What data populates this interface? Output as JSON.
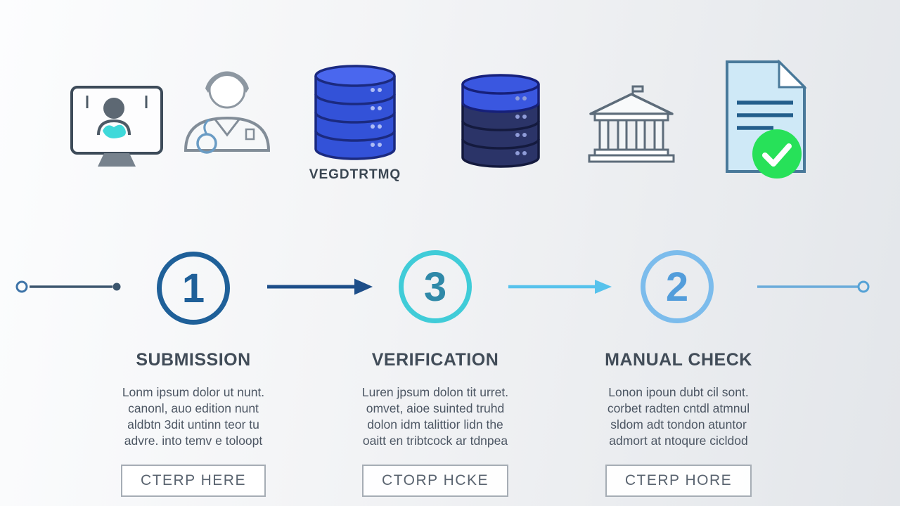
{
  "background": {
    "gradient_from": "#fcfdfe",
    "gradient_to": "#e3e6ea"
  },
  "icons": {
    "items": [
      {
        "name": "monitor-user-icon"
      },
      {
        "name": "person-icon"
      },
      {
        "name": "database-blue-icon",
        "caption": "VEGDTRTMQ"
      },
      {
        "name": "database-navy-icon"
      },
      {
        "name": "bank-icon"
      },
      {
        "name": "document-check-icon"
      }
    ]
  },
  "timeline": {
    "steps": [
      {
        "number": "1",
        "ring_color": "#1f6099"
      },
      {
        "number": "3",
        "ring_color": "#40ccd8"
      },
      {
        "number": "2",
        "ring_color": "#7cbcec"
      }
    ],
    "arrow_colors": [
      "#1d4e89",
      "#57c2ec"
    ],
    "check_color": "#27e159"
  },
  "columns": [
    {
      "title": "SUBMISSION",
      "body": "Lonm ipsum dolor ut nunt.\ncanonl, auo edition nunt\naldbtn 3dit untinn teor tu\nadvre. into temv e toloopt",
      "button": "CTERP HERE"
    },
    {
      "title": "VERIFICATION",
      "body": "Luren jpsum dolon tit urret.\nomvet, aioe suinted truhd\ndolon idm talittior lidn the\noaitt en tribtcock ar tdnpea",
      "button": "CTORP HCKE"
    },
    {
      "title": "MANUAL CHECK",
      "body": "Lonon ipoun dubt cil sont.\ncorbet radten cntdl atmnul\nsldom adt tondon atuntor\nadmort at ntoqure cicldod",
      "button": "CTERP HORE"
    }
  ]
}
